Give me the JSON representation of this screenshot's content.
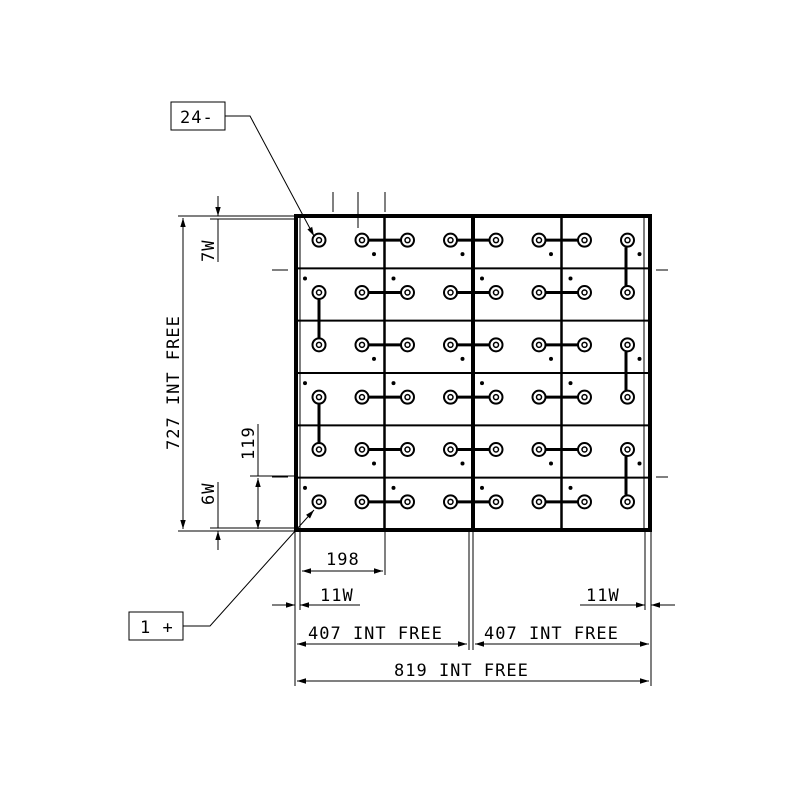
{
  "callouts": {
    "top": "24-",
    "bottom": "1 +"
  },
  "dimensions": {
    "height_total": "727 INT FREE",
    "top_gap": "7W",
    "row_height": "119",
    "bottom_gap": "6W",
    "cell_width": "198",
    "left_gap": "11W",
    "right_gap": "11W",
    "half_width_left": "407 INT FREE",
    "half_width_right": "407 INT FREE",
    "width_total": "819 INT FREE"
  },
  "layout": {
    "rows": 6,
    "columns": 4
  }
}
